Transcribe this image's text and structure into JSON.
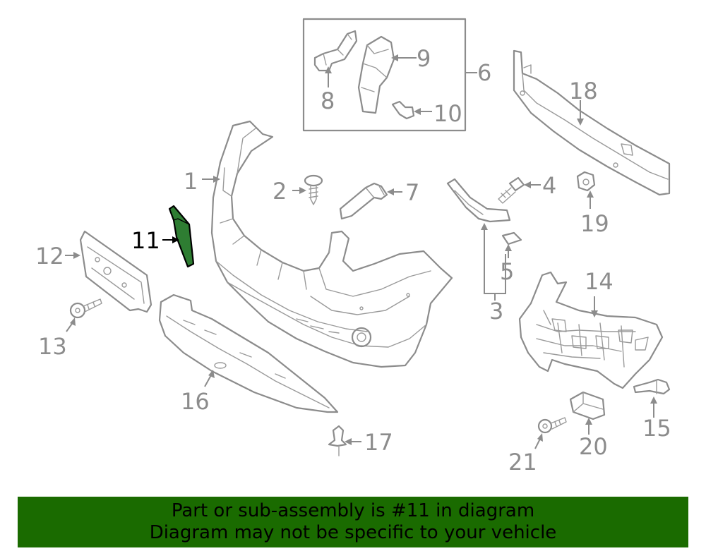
{
  "labels": {
    "l1": "1",
    "l2": "2",
    "l3": "3",
    "l4": "4",
    "l5": "5",
    "l6": "6",
    "l7": "7",
    "l8": "8",
    "l9": "9",
    "l10": "10",
    "l11": "11",
    "l12": "12",
    "l13": "13",
    "l14": "14",
    "l15": "15",
    "l16": "16",
    "l17": "17",
    "l18": "18",
    "l19": "19",
    "l20": "20",
    "l21": "21"
  },
  "highlight": {
    "part_number": "11",
    "color": "#2e7d32"
  },
  "banner": {
    "line1": "Part or sub-assembly is #11 in diagram",
    "line2": "Diagram may not be specific to your vehicle",
    "background": "#1a6b00"
  }
}
